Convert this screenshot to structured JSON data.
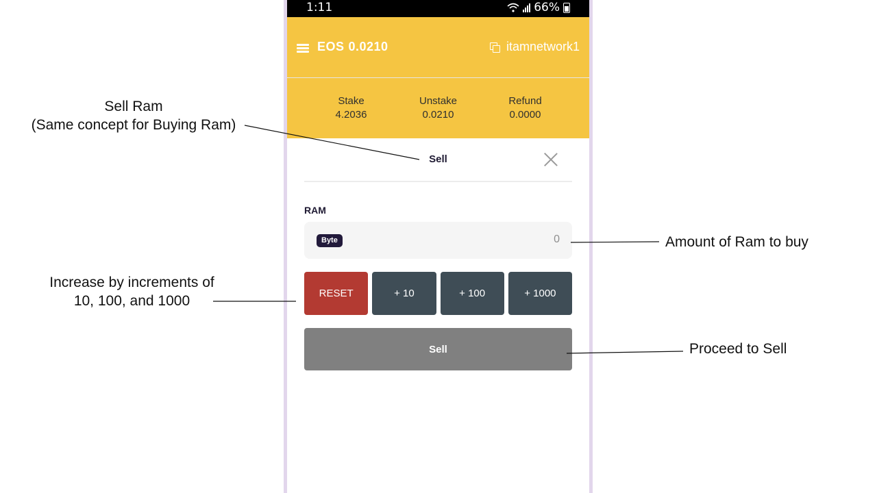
{
  "status_bar": {
    "time": "1:11",
    "battery_text": "66%",
    "icons": [
      "wifi-icon",
      "signal-icon",
      "battery-icon"
    ]
  },
  "app_bar": {
    "currency": "EOS",
    "balance": "0.0210",
    "account": "itamnetwork1",
    "icons": [
      "menu-icon",
      "copy-icon"
    ]
  },
  "stake_bar": {
    "items": [
      {
        "label": "Stake",
        "value": "4.2036"
      },
      {
        "label": "Unstake",
        "value": "0.0210"
      },
      {
        "label": "Refund",
        "value": "0.0000"
      }
    ]
  },
  "sell_panel": {
    "title": "Sell",
    "ram_label": "RAM",
    "unit": "Byte",
    "ram_value": "0",
    "buttons": {
      "reset": "RESET",
      "plus10": "+ 10",
      "plus100": "+ 100",
      "plus1000": "+ 1000"
    },
    "submit": "Sell"
  },
  "annotations": {
    "sell_ram": {
      "line1": "Sell Ram",
      "line2": "(Same concept for Buying Ram)"
    },
    "amount": "Amount of Ram to buy",
    "increments": {
      "line1": "Increase by increments of",
      "line2": "10, 100, and 1000"
    },
    "proceed": "Proceed to Sell"
  },
  "colors": {
    "app_yellow": "#f5c542",
    "reset_red": "#b33a32",
    "inc_slate": "#3f4d56",
    "sell_gray": "#808080",
    "badge_dark": "#221a3b",
    "frame_lavender": "#e2d6ec"
  }
}
